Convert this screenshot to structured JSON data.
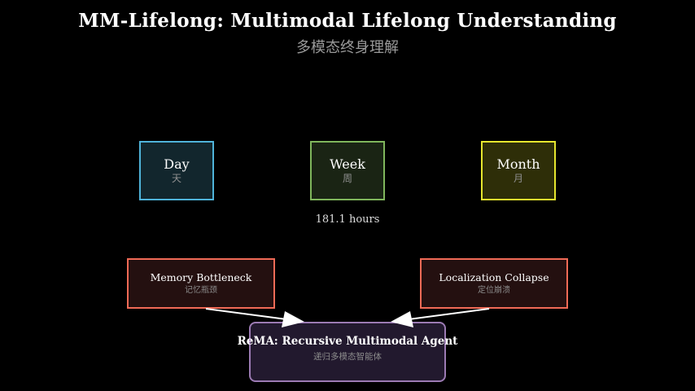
{
  "header": {
    "title": "MM-Lifelong: Multimodal Lifelong Understanding",
    "subtitle": "多模态终身理解"
  },
  "timescales": [
    {
      "label": "Day",
      "sub": "天",
      "border_color": "#4fb3d9",
      "fill_color": "#12262d"
    },
    {
      "label": "Week",
      "sub": "周",
      "border_color": "#7fb55c",
      "fill_color": "#1a2414"
    },
    {
      "label": "Month",
      "sub": "月",
      "border_color": "#e6e62e",
      "fill_color": "#2e2e08"
    }
  ],
  "duration": "181.1 hours",
  "problems": [
    {
      "label": "Memory Bottleneck",
      "sub": "记忆瓶颈"
    },
    {
      "label": "Localization Collapse",
      "sub": "定位崩溃"
    }
  ],
  "agent": {
    "label": "ReMA: Recursive Multimodal Agent",
    "sub": "递归多模态智能体"
  },
  "colors": {
    "problem_border": "#f06a56",
    "agent_border": "#9b7ab3",
    "arrow": "#ffffff"
  }
}
